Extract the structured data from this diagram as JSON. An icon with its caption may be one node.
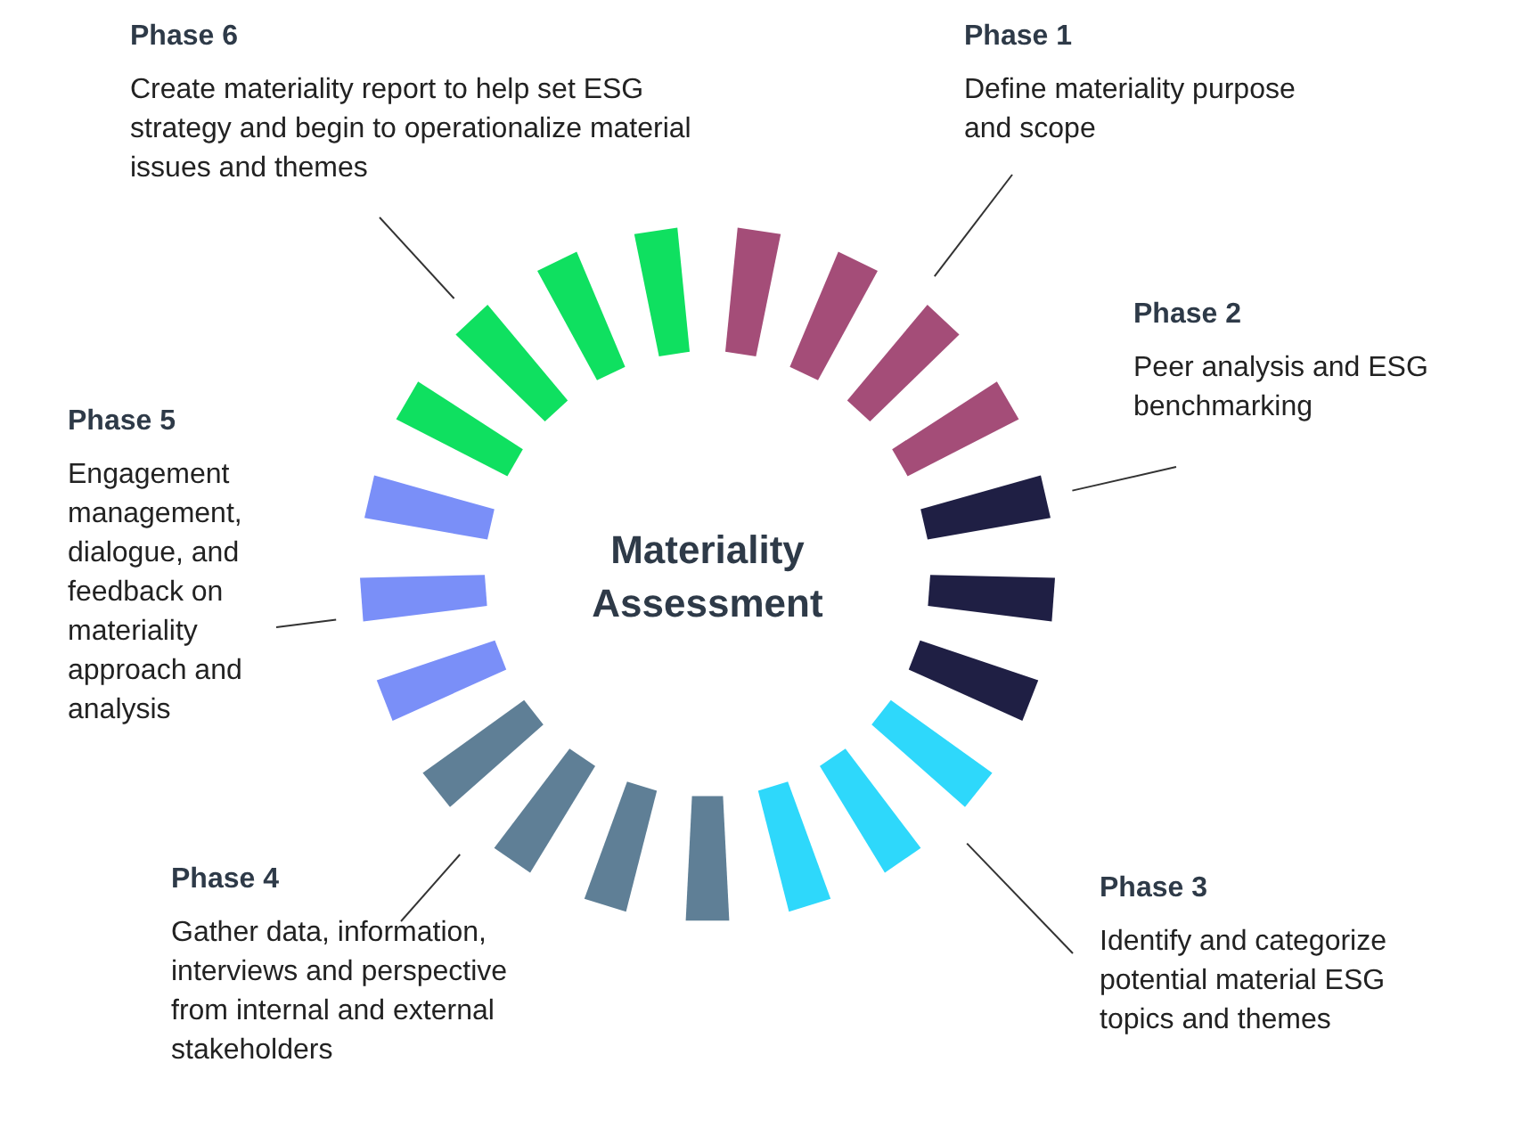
{
  "diagram": {
    "title": "Materiality Assessment",
    "nodes": [
      {
        "text": [
          "Phase 6",
          "Create materiality report to help set ESG strategy and begin to operationalize material issues and themes"
        ]
      },
      {
        "text": [
          "Phase 1",
          "Define materiality purpose and scope"
        ]
      },
      {
        "text": [
          "Phase 2",
          "Peer analysis and ESG benchmarking"
        ]
      },
      {
        "text": [
          "Phase 5",
          "Engagement management, dialogue, and feedback on materiality approach and analysis"
        ]
      },
      {
        "text": [
          "Phase 4",
          "Gather data, information, interviews and perspective from internal and external stakeholders"
        ]
      },
      {
        "text": [
          "Phase 3",
          "Identify and categorize potential material ESG topics and themes"
        ]
      },
      {
        "text": [],
        "shape": "bar"
      },
      {
        "text": [],
        "shape": "bar"
      },
      {
        "text": [],
        "shape": "bar"
      },
      {
        "text": [],
        "shape": "bar"
      },
      {
        "text": [],
        "shape": "bar"
      },
      {
        "text": [],
        "shape": "bar"
      }
    ],
    "edges": [
      {
        "from": 0,
        "to": 6,
        "arrow": "none"
      },
      {
        "from": 1,
        "to": 7,
        "arrow": "none"
      },
      {
        "from": 2,
        "to": 8,
        "arrow": "none"
      },
      {
        "from": 3,
        "to": 9,
        "arrow": "none"
      },
      {
        "from": 4,
        "to": 10,
        "arrow": "none"
      },
      {
        "from": 5,
        "to": 11,
        "arrow": "none"
      }
    ]
  }
}
